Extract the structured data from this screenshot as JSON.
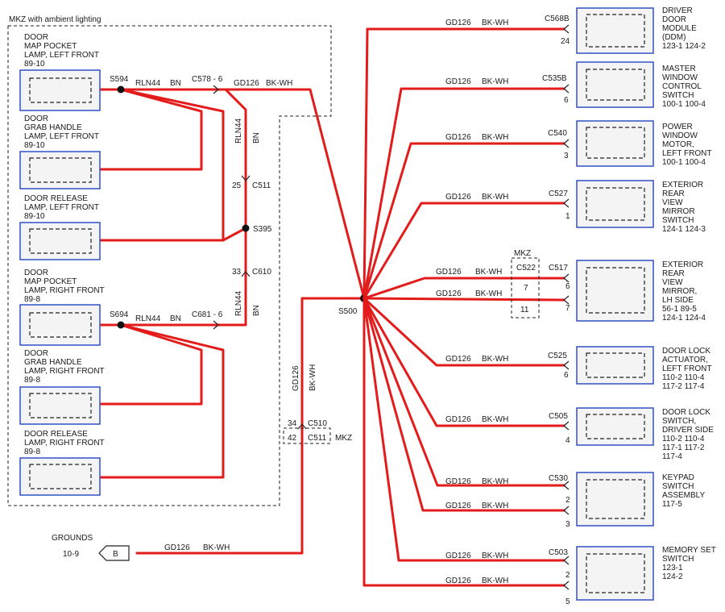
{
  "enclosure": {
    "title": "MKZ with ambient lighting"
  },
  "left_components": [
    {
      "lines": [
        "DOOR",
        "MAP POCKET",
        "LAMP, LEFT FRONT",
        "89-10"
      ]
    },
    {
      "lines": [
        "DOOR",
        "GRAB HANDLE",
        "LAMP, LEFT FRONT",
        "89-10"
      ]
    },
    {
      "lines": [
        "DOOR RELEASE",
        "LAMP, LEFT FRONT",
        "89-10"
      ]
    },
    {
      "lines": [
        "DOOR",
        "MAP POCKET",
        "LAMP, RIGHT FRONT",
        "89-8"
      ]
    },
    {
      "lines": [
        "DOOR",
        "GRAB HANDLE",
        "LAMP, RIGHT FRONT",
        "89-8"
      ]
    },
    {
      "lines": [
        "DOOR RELEASE",
        "LAMP, RIGHT FRONT",
        "89-8"
      ]
    }
  ],
  "left_wiring": {
    "splice_upper": "S594",
    "splice_lower": "S694",
    "circuit_upper": "RLN44",
    "color_upper": "BN",
    "connector_upper": "C578 - 6",
    "connector_lower": "C681 - 6",
    "circuit_lower": "RLN44",
    "color_lower": "BN",
    "gd_upper": "GD126",
    "gd_upper_color": "BK-WH",
    "vert_circuit_1": "RLN44",
    "vert_color_1": "BN",
    "c511_pin": "25",
    "c511": "C511",
    "splice_mid": "S395",
    "c610_pin": "33",
    "c610": "C610",
    "vert_circuit_2": "RLN44",
    "vert_color_2": "BN"
  },
  "center": {
    "splice": "S500",
    "vert_circuit": "GD126",
    "vert_color": "BK-WH",
    "c510_pin": "34",
    "c510": "C510",
    "c511_pin": "42",
    "c511": "C511",
    "c511_note": "MKZ",
    "mkz_label": "MKZ",
    "c522": "C522",
    "c522_pin_a": "7",
    "c522_pin_b": "11"
  },
  "ground": {
    "title": "GROUNDS",
    "ref": "10-9",
    "letter": "B",
    "circuit": "GD126",
    "color": "BK-WH"
  },
  "right_components": [
    {
      "connector": "C568B",
      "pins": [
        "24"
      ],
      "circuit": "GD126",
      "color": "BK-WH",
      "lines": [
        "DRIVER",
        "DOOR",
        "MODULE",
        "(DDM)",
        "123-1    124-2"
      ]
    },
    {
      "connector": "C535B",
      "pins": [
        "6"
      ],
      "circuit": "GD126",
      "color": "BK-WH",
      "lines": [
        "MASTER",
        "WINDOW",
        "CONTROL",
        "SWITCH",
        "100-1    100-4"
      ]
    },
    {
      "connector": "C540",
      "pins": [
        "3"
      ],
      "circuit": "GD126",
      "color": "BK-WH",
      "lines": [
        "POWER",
        "WINDOW",
        "MOTOR,",
        "LEFT FRONT",
        "100-1    100-4"
      ]
    },
    {
      "connector": "C527",
      "pins": [
        "1"
      ],
      "circuit": "GD126",
      "color": "BK-WH",
      "lines": [
        "EXTERIOR",
        "REAR",
        "VIEW",
        "MIRROR",
        "SWITCH",
        "124-1    124-3"
      ]
    },
    {
      "connector": "C517",
      "pins": [
        "6",
        "7"
      ],
      "circuit": "GD126",
      "color": "BK-WH",
      "lines": [
        "EXTERIOR",
        "REAR",
        "VIEW",
        "MIRROR,",
        "LH SIDE",
        "56-1      89-5",
        "124-1    124-4"
      ]
    },
    {
      "connector": "C525",
      "pins": [
        "6"
      ],
      "circuit": "GD126",
      "color": "BK-WH",
      "lines": [
        "DOOR LOCK",
        "ACTUATOR,",
        "LEFT FRONT",
        "110-2    110-4",
        "117-2    117-4"
      ]
    },
    {
      "connector": "C505",
      "pins": [
        "4"
      ],
      "circuit": "GD126",
      "color": "BK-WH",
      "lines": [
        "DOOR LOCK",
        "SWITCH,",
        "DRIVER SIDE",
        "110-2    110-4",
        "117-1    117-2",
        "117-4"
      ]
    },
    {
      "connector": "C530",
      "pins": [
        "2",
        "3"
      ],
      "circuit": "GD126",
      "color": "BK-WH",
      "lines": [
        "KEYPAD",
        "SWITCH",
        "ASSEMBLY",
        "117-5"
      ]
    },
    {
      "connector": "C503",
      "pins": [
        "2",
        "5"
      ],
      "circuit": "GD126",
      "color": "BK-WH",
      "lines": [
        "MEMORY SET",
        "SWITCH",
        "123-1",
        "124-2"
      ]
    }
  ]
}
